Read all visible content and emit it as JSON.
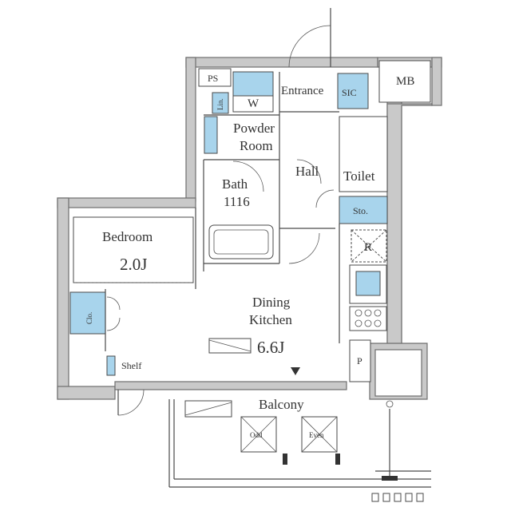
{
  "rooms": {
    "ps": "PS",
    "w": "W",
    "entrance": "Entrance",
    "sic": "SIC",
    "mb": "MB",
    "lin": "Lin.",
    "powder_room_1": "Powder",
    "powder_room_2": "Room",
    "hall": "Hall",
    "toilet": "Toilet",
    "bath_1": "Bath",
    "bath_2": "1116",
    "sto": "Sto.",
    "r": "R",
    "bedroom": "Bedroom",
    "bedroom_size": "2.0J",
    "clo": "Clo.",
    "dining_1": "Dining",
    "dining_2": "Kitchen",
    "dk_size": "6.6J",
    "shelf": "Shelf",
    "p": "P",
    "balcony": "Balcony",
    "odd": "Odd",
    "even": "Even"
  }
}
